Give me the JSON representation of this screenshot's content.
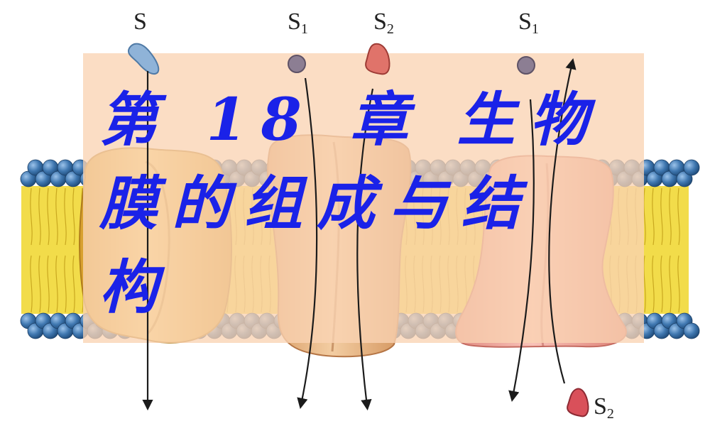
{
  "labels": {
    "s_left": "S",
    "s1_mid": "S",
    "s1_mid_sub": "1",
    "s2_mid": "S",
    "s2_mid_sub": "2",
    "s1_right": "S",
    "s1_right_sub": "1",
    "s2_bottom": "S",
    "s2_bottom_sub": "2"
  },
  "title": "第 18 章 生物膜的组成与结构",
  "colors": {
    "title_text": "#1a22e8",
    "panel": "#fad4b4",
    "lipid_head": "#4a7fb5",
    "lipid_tail": "#f2dc4a",
    "protein_yellow": "#f2c85a",
    "protein_tan": "#eab98a",
    "protein_pink": "#f0a9a0"
  }
}
